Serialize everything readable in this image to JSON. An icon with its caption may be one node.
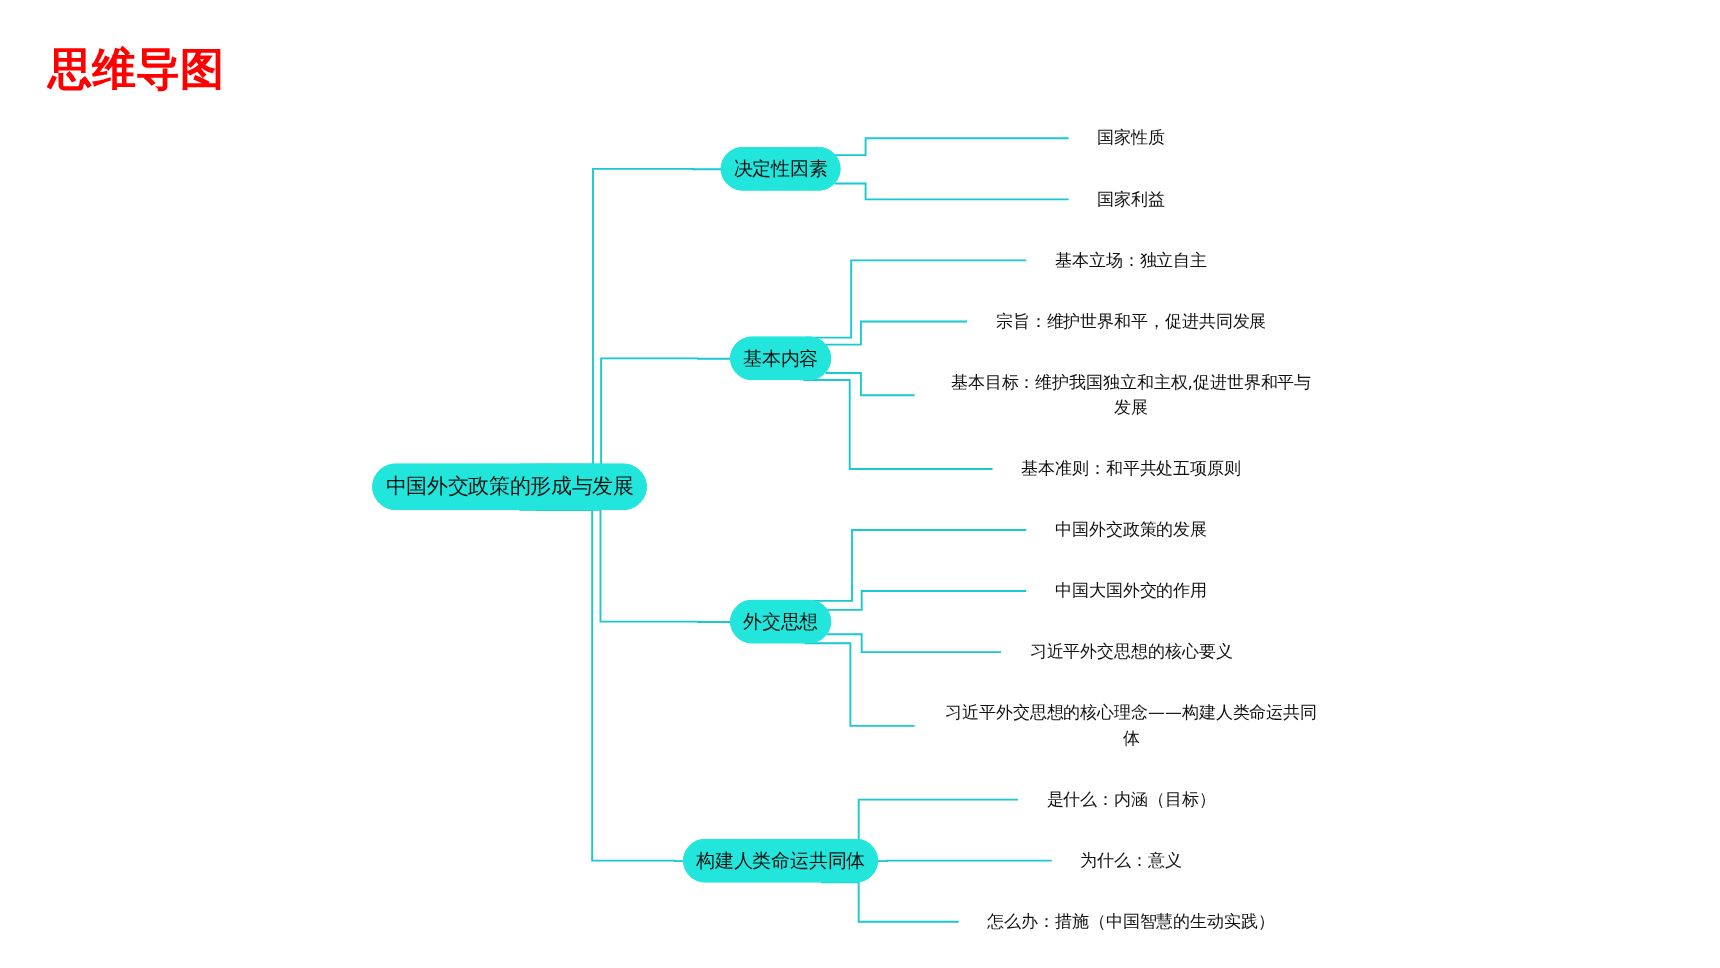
{
  "diagram": {
    "title": "思维导图",
    "nodes": [
      {
        "text": [
          "中国外交政策的形成与发展"
        ]
      },
      {
        "text": [
          "决定性因素"
        ]
      },
      {
        "text": [
          "国家性质"
        ]
      },
      {
        "text": [
          "国家利益"
        ]
      },
      {
        "text": [
          "基本内容"
        ]
      },
      {
        "text": [
          "基本立场：独立自主"
        ]
      },
      {
        "text": [
          "宗旨：维护世界和平，促进共同发展"
        ]
      },
      {
        "text": [
          "基本目标：维护我国独立和主权,促进世界和平与发展"
        ]
      },
      {
        "text": [
          "基本准则：和平共处五项原则"
        ]
      },
      {
        "text": [
          "外交思想"
        ]
      },
      {
        "text": [
          "中国外交政策的发展"
        ]
      },
      {
        "text": [
          "中国大国外交的作用"
        ]
      },
      {
        "text": [
          "习近平外交思想的核心要义"
        ]
      },
      {
        "text": [
          "习近平外交思想的核心理念——构建人类命运共同体"
        ]
      },
      {
        "text": [
          "构建人类命运共同体"
        ]
      },
      {
        "text": [
          "是什么：内涵（目标）"
        ]
      },
      {
        "text": [
          "为什么：意义"
        ]
      },
      {
        "text": [
          "怎么办：措施（中国智慧的生动实践）"
        ]
      }
    ],
    "edges": [
      {
        "from": 0,
        "to": 1,
        "arrow": "none"
      },
      {
        "from": 0,
        "to": 4,
        "arrow": "none"
      },
      {
        "from": 0,
        "to": 9,
        "arrow": "none"
      },
      {
        "from": 0,
        "to": 14,
        "arrow": "none"
      },
      {
        "from": 1,
        "to": 2,
        "arrow": "none"
      },
      {
        "from": 1,
        "to": 3,
        "arrow": "none"
      },
      {
        "from": 4,
        "to": 5,
        "arrow": "none"
      },
      {
        "from": 4,
        "to": 6,
        "arrow": "none"
      },
      {
        "from": 4,
        "to": 7,
        "arrow": "none"
      },
      {
        "from": 4,
        "to": 8,
        "arrow": "none"
      },
      {
        "from": 9,
        "to": 10,
        "arrow": "none"
      },
      {
        "from": 9,
        "to": 11,
        "arrow": "none"
      },
      {
        "from": 9,
        "to": 12,
        "arrow": "none"
      },
      {
        "from": 9,
        "to": 13,
        "arrow": "none"
      },
      {
        "from": 14,
        "to": 15,
        "arrow": "none"
      },
      {
        "from": 14,
        "to": 16,
        "arrow": "none"
      },
      {
        "from": 14,
        "to": 17,
        "arrow": "none"
      }
    ]
  }
}
